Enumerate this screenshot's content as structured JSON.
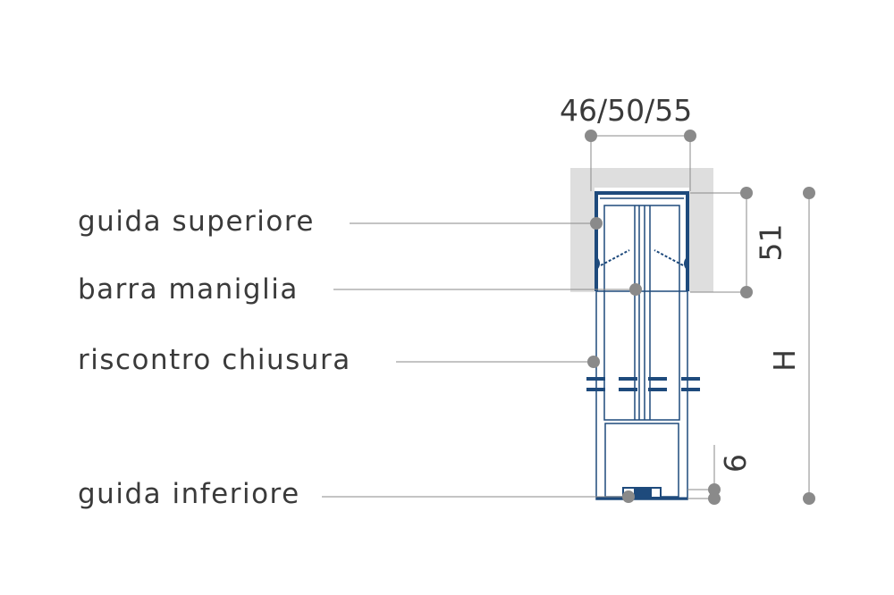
{
  "labels": {
    "top_guide": "guida superiore",
    "handle_bar": "barra maniglia",
    "lock_strike": "riscontro chiusura",
    "bottom_guide": "guida inferiore"
  },
  "dimensions": {
    "width": "46/50/55",
    "top_height": "51",
    "bottom_height": "6",
    "total_height": "H"
  },
  "colors": {
    "profile": "#1e4a7c",
    "marker": "#8a8a8a",
    "wall": "#dedede",
    "text": "#3a3a3a"
  }
}
